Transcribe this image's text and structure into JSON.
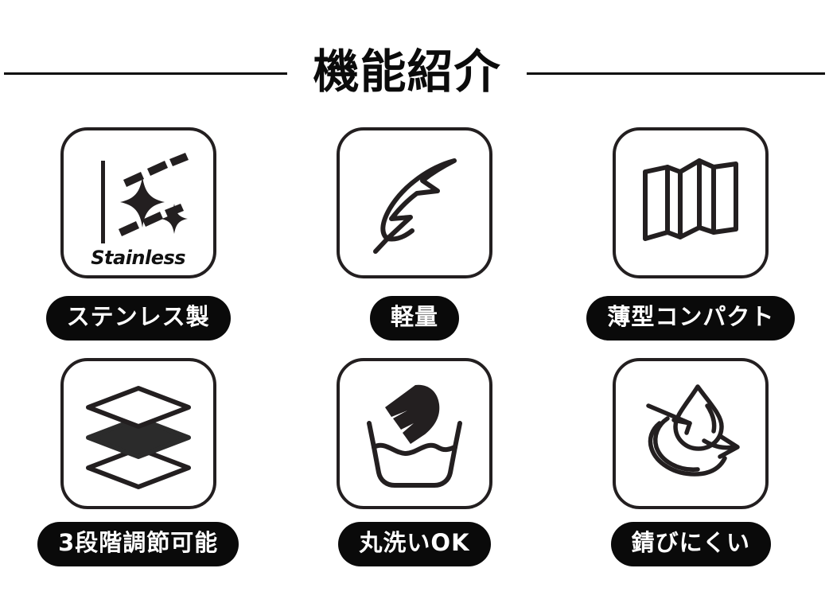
{
  "header": {
    "title": "機能紹介",
    "rule_color": "#0b0b0b"
  },
  "theme": {
    "background": "#ffffff",
    "ink": "#231f20",
    "pill_background": "#0a0a0a",
    "pill_text": "#ffffff"
  },
  "features": [
    {
      "id": "stainless",
      "icon_name": "stainless-shine-icon",
      "icon_caption": "Stainless",
      "label": "ステンレス製"
    },
    {
      "id": "lightweight",
      "icon_name": "feather-icon",
      "icon_caption": "",
      "label": "軽量"
    },
    {
      "id": "compact",
      "icon_name": "folded-panels-icon",
      "icon_caption": "",
      "label": "薄型コンパクト"
    },
    {
      "id": "adjustable",
      "icon_name": "stacked-layers-icon",
      "icon_caption": "",
      "label": "3段階調節可能"
    },
    {
      "id": "washable",
      "icon_name": "hand-wash-basin-icon",
      "icon_caption": "",
      "label": "丸洗いOK"
    },
    {
      "id": "rustproof",
      "icon_name": "water-repellent-droplet-icon",
      "icon_caption": "",
      "label": "錆びにくい"
    }
  ]
}
